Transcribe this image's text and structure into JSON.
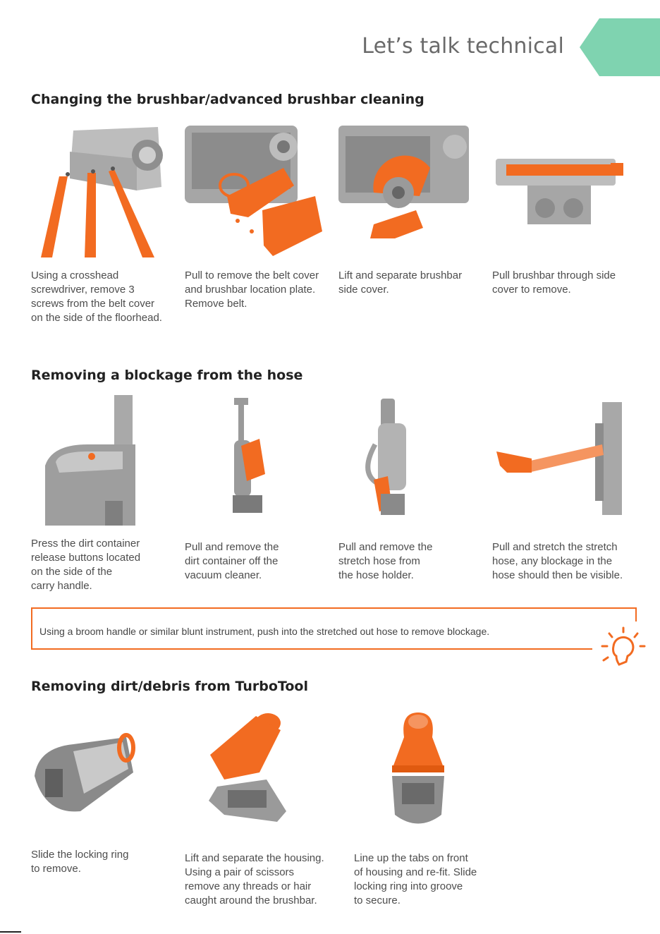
{
  "header": {
    "title": "Let’s talk technical",
    "accent_color": "#7fd3b0"
  },
  "sections": [
    {
      "heading": "Changing the brushbar/advanced brushbar cleaning",
      "steps": [
        {
          "caption": "Using a crosshead\nscrewdriver, remove 3\nscrews from the belt cover\non the side of the floorhead."
        },
        {
          "caption": "Pull to remove the belt cover\nand brushbar location plate.\nRemove belt."
        },
        {
          "caption": "Lift and separate brushbar\nside cover."
        },
        {
          "caption": "Pull brushbar through side\ncover to remove."
        }
      ]
    },
    {
      "heading": "Removing a blockage from the hose",
      "steps": [
        {
          "caption": "Press the dirt container\nrelease buttons located\non the side of the\ncarry handle."
        },
        {
          "caption": "Pull and remove the\ndirt container off the\nvacuum cleaner."
        },
        {
          "caption": "Pull and remove the\nstretch hose from\nthe hose holder."
        },
        {
          "caption": "Pull and stretch the stretch\nhose, any blockage in the\nhose should then be visible."
        }
      ],
      "tip": "Using a broom handle or similar blunt instrument, push into the stretched out hose to remove blockage."
    },
    {
      "heading": "Removing dirt/debris from TurboTool",
      "steps": [
        {
          "caption": "Slide the locking ring\nto remove."
        },
        {
          "caption": "Lift and separate the housing.\nUsing a pair of scissors\nremove any threads or hair\ncaught around the brushbar."
        },
        {
          "caption": "Line up the tabs on front\nof housing and re-fit. Slide\nlocking ring into groove\nto secure."
        }
      ]
    }
  ],
  "colors": {
    "orange": "#f26b21",
    "grey": "#9a9a9a",
    "text": "#4d4d4d"
  },
  "icons": [
    "lightbulb-icon"
  ]
}
